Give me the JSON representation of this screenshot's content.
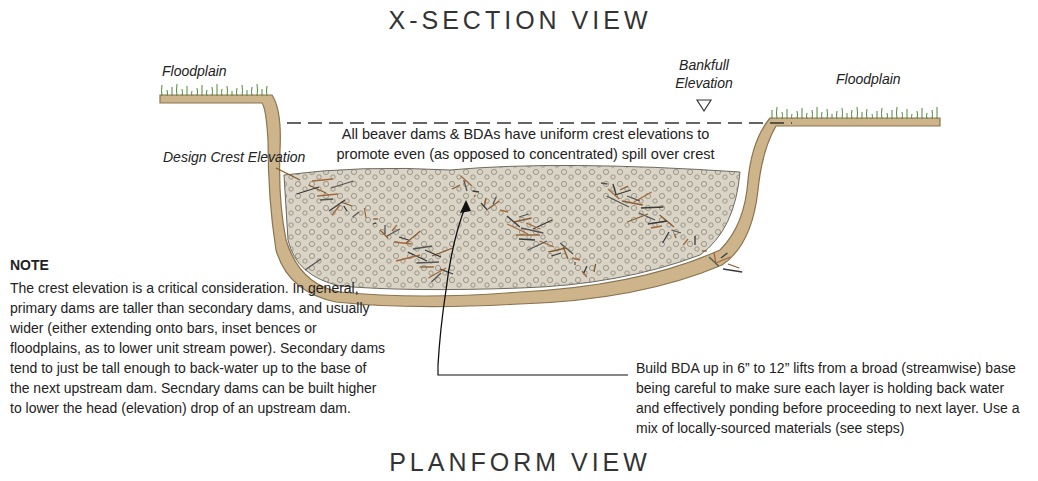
{
  "diagram": {
    "title": "X-SECTION VIEW",
    "labels": [
      "Floodplain",
      "Bankfull Elevation",
      "Floodplain",
      "All beaver dams & BDAs have uniform crest elevations to promote even (as opposed to concentrated) spill over crest",
      "Design Crest Elevation",
      "NOTE",
      "The crest elevation is a critical consideration. In general, primary dams are taller than secondary dams, and usually wider (either extending onto bars, inset bences or floodplains, as to lower unit stream power). Secondary dams tend to just be tall enough to back-water up to the base of the next upstream dam. Secndary dams can be built higher to lower the head (elevation) drop of an upstream dam.",
      "Build BDA up in 6” to 12” lifts from a broad (streamwise) base being careful to make sure each layer is holding back water and effectively ponding before proceeding to next layer. Use a mix of locally-sourced materials (see steps)",
      "PLANFORM VIEW"
    ]
  }
}
